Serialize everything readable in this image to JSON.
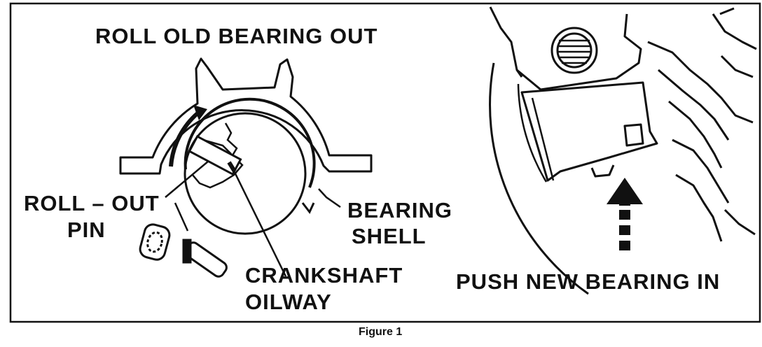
{
  "left_panel": {
    "title": "ROLL OLD BEARING OUT",
    "labels": {
      "roll_out_pin_line1": "ROLL – OUT",
      "roll_out_pin_line2": "PIN",
      "bearing_shell_line1": "BEARING",
      "bearing_shell_line2": "SHELL",
      "crankshaft_oilway_line1": "CRANKSHAFT",
      "crankshaft_oilway_line2": "OILWAY"
    }
  },
  "right_panel": {
    "caption": "PUSH NEW BEARING IN"
  },
  "figure_caption": "Figure 1",
  "colors": {
    "ink": "#111111",
    "background": "#ffffff"
  }
}
